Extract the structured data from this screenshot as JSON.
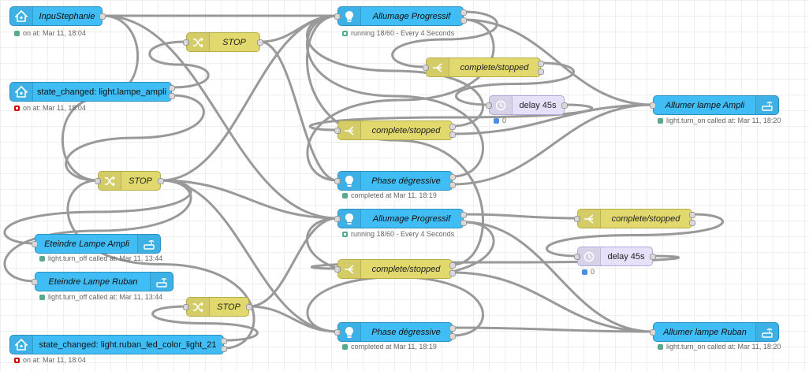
{
  "nodes": {
    "inpu_stephanie": {
      "label": "InpuStephanie",
      "status": "on at: Mar 11, 18:04",
      "icon": "home-assistant-icon"
    },
    "state_changed_ampli": {
      "label": "state_changed: light.lampe_ampli",
      "status": "on at: Mar 11, 18:04",
      "icon": "home-assistant-icon"
    },
    "state_changed_ruban": {
      "label": "state_changed: light.ruban_led_color_light_21",
      "status": "on at: Mar 11, 18:04",
      "icon": "home-assistant-icon"
    },
    "stop_top": {
      "label": "STOP",
      "icon": "shuffle-icon"
    },
    "stop_mid": {
      "label": "STOP",
      "icon": "shuffle-icon"
    },
    "stop_bottom": {
      "label": "STOP",
      "icon": "shuffle-icon"
    },
    "allumage_1": {
      "label": "Allumage Progressif",
      "status": "running 18/60 - Every 4 Seconds",
      "icon": "bulb-icon"
    },
    "allumage_2": {
      "label": "Allumage Progressif",
      "status": "running 18/60 - Every 4 Seconds",
      "icon": "bulb-icon"
    },
    "phase_1": {
      "label": "Phase dégressive",
      "status": "completed at Mar 11, 18:19",
      "icon": "bulb-icon"
    },
    "phase_2": {
      "label": "Phase dégressive",
      "status": "completed at Mar 11, 18:19",
      "icon": "bulb-icon"
    },
    "complete_1": {
      "label": "complete/stopped",
      "icon": "switch-icon"
    },
    "complete_2": {
      "label": "complete/stopped",
      "icon": "switch-icon"
    },
    "complete_3": {
      "label": "complete/stopped",
      "icon": "switch-icon"
    },
    "complete_4": {
      "label": "complete/stopped",
      "icon": "switch-icon"
    },
    "delay_1": {
      "label": "delay 45s",
      "status": "0",
      "icon": "timer-icon"
    },
    "delay_2": {
      "label": "delay 45s",
      "status": "0",
      "icon": "timer-icon"
    },
    "allumer_ampli": {
      "label": "Allumer lampe Ampli",
      "status": "light.turn_on called at: Mar 11, 18:20",
      "icon": "router-icon"
    },
    "allumer_ruban": {
      "label": "Allumer lampe Ruban",
      "status": "light.turn_on called at: Mar 11, 18:20",
      "icon": "router-icon"
    },
    "eteindre_ampli": {
      "label": "Eteindre Lampe Ampli",
      "status": "light.turn_off called at: Mar 11, 13:44",
      "icon": "router-icon"
    },
    "eteindre_ruban": {
      "label": "Eteindre Lampe Ruban",
      "status": "light.turn_off called at: Mar 11, 13:44",
      "icon": "router-icon"
    }
  },
  "colors": {
    "home_assistant": "#41bdf5",
    "change_node": "#e2d96e",
    "delay_node": "#e6e0f8",
    "wire": "#999999",
    "status_green": "#55aa88",
    "status_red": "#cc0000",
    "status_blue": "#4a90e2"
  }
}
